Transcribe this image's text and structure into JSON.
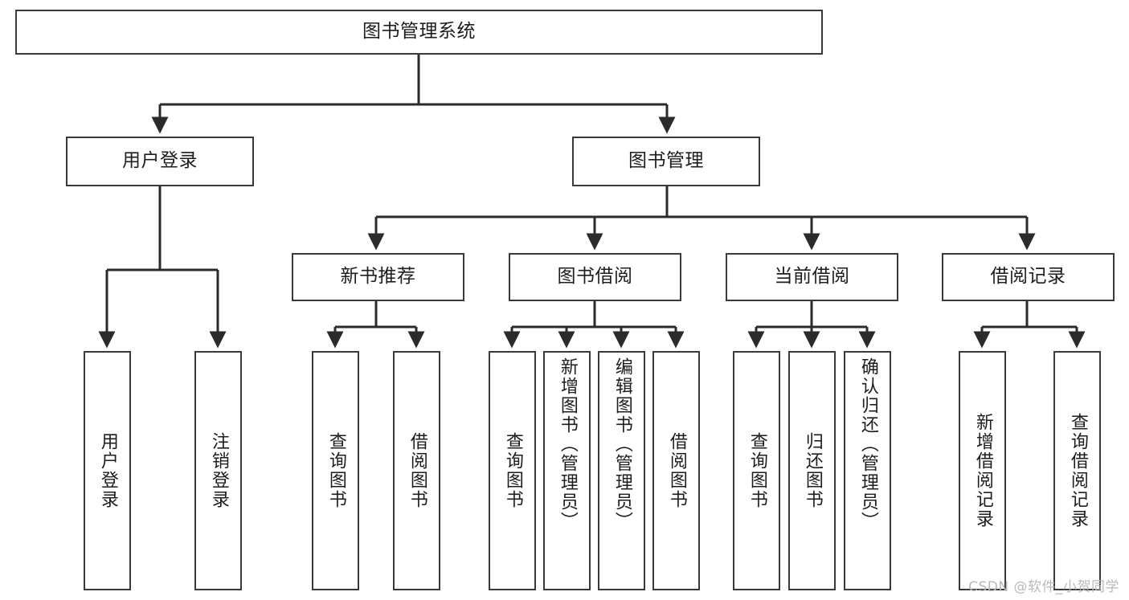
{
  "diagram": {
    "title": "图书管理系统",
    "type": "hierarchy-tree",
    "root": {
      "label": "图书管理系统"
    },
    "level2": [
      {
        "label": "用户登录"
      },
      {
        "label": "图书管理"
      }
    ],
    "level3": [
      {
        "label": "新书推荐"
      },
      {
        "label": "图书借阅"
      },
      {
        "label": "当前借阅"
      },
      {
        "label": "借阅记录"
      }
    ],
    "leaves": {
      "user_login": [
        {
          "label": "用户登录"
        },
        {
          "label": "注销登录"
        }
      ],
      "new_book_recommend": [
        {
          "label": "查询图书"
        },
        {
          "label": "借阅图书"
        }
      ],
      "book_borrow": [
        {
          "label": "查询图书"
        },
        {
          "label": "新增图书（管理员）"
        },
        {
          "label": "编辑图书（管理员）"
        },
        {
          "label": "借阅图书"
        }
      ],
      "current_borrow": [
        {
          "label": "查询图书"
        },
        {
          "label": "归还图书"
        },
        {
          "label": "确认归还（管理员）"
        }
      ],
      "borrow_record": [
        {
          "label": "新增借阅记录"
        },
        {
          "label": "查询借阅记录"
        }
      ]
    },
    "watermark": "CSDN @软件_小贺同学",
    "colors": {
      "background": "#ffffff",
      "box_border": "#3a3a3a",
      "box_fill": "#ffffff",
      "connector": "#2b2b2b",
      "text": "#1d1d1d",
      "watermark": "#b9b9b9"
    }
  }
}
